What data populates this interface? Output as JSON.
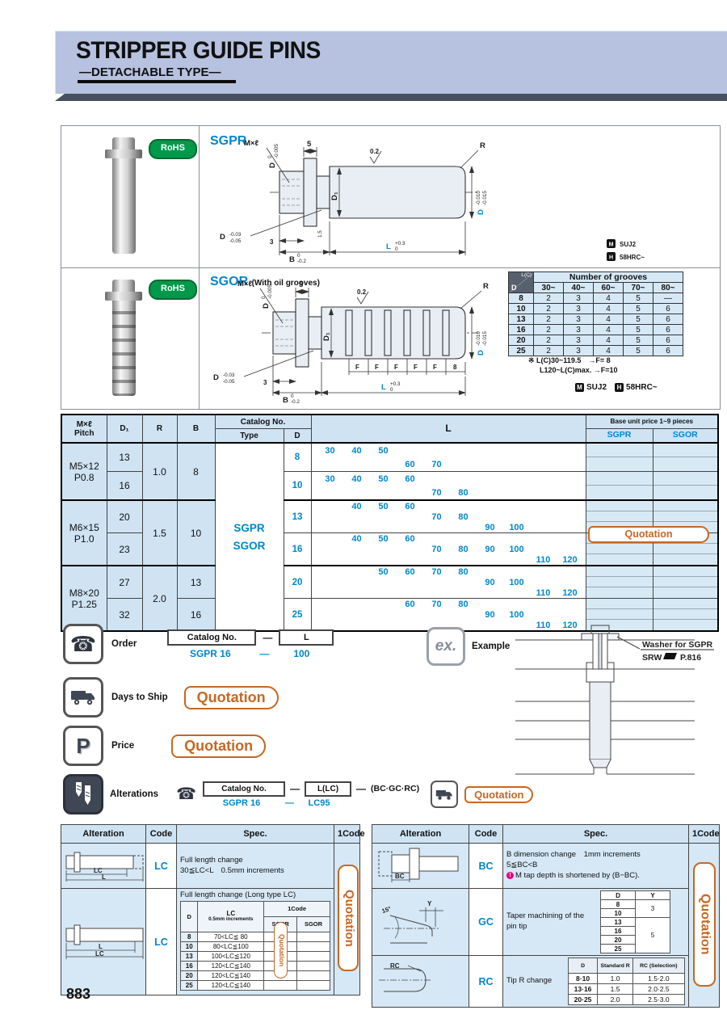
{
  "colors": {
    "accent": "#0086cc",
    "orange": "#c76722",
    "rohs_green": "#00984a",
    "light_blue": "#d6e8f6",
    "header_band": "#b6c2df"
  },
  "page": {
    "number": "883"
  },
  "header": {
    "title": "STRIPPER GUIDE PINS",
    "subtitle": "—DETACHABLE TYPE—"
  },
  "diagrams": {
    "shared": {
      "mxl": "M×ℓ",
      "d": "D",
      "d1": "D₁",
      "five": "5",
      "three": "3",
      "onefive": "1.5",
      "finish": "0.2",
      "r": "R",
      "b": "B",
      "l": "L",
      "tol_head_t": "0",
      "tol_head_b": "-0.005",
      "tol_end_t": "-0.010",
      "tol_end_b": "-0.015",
      "tol_neck_t": "-0.03",
      "tol_neck_b": "-0.05",
      "tol_b_t": "0",
      "tol_b_b": "-0.2",
      "tol_l_t": "+0.3",
      "tol_l_b": "0",
      "f": "F",
      "eight": "8",
      "m": "M",
      "m_text": "SUJ2",
      "h": "H",
      "h_text": "58HRC~"
    },
    "sgpr": {
      "rohs": "RoHS",
      "name": "SGPR"
    },
    "sgor": {
      "rohs": "RoHS",
      "name": "SGOR",
      "suffix": "(With oil grooves)",
      "grooves_table": {
        "title": "Number of grooves",
        "corner_lc": "L(C)",
        "corner_d": "D",
        "cols": [
          "30~",
          "40~",
          "60~",
          "70~",
          "80~"
        ],
        "rows": [
          {
            "d": "8",
            "v": [
              "2",
              "3",
              "4",
              "5",
              "—"
            ]
          },
          {
            "d": "10",
            "v": [
              "2",
              "3",
              "4",
              "5",
              "6"
            ]
          },
          {
            "d": "13",
            "v": [
              "2",
              "3",
              "4",
              "5",
              "6"
            ]
          },
          {
            "d": "16",
            "v": [
              "2",
              "3",
              "4",
              "5",
              "6"
            ]
          },
          {
            "d": "20",
            "v": [
              "2",
              "3",
              "4",
              "5",
              "6"
            ]
          },
          {
            "d": "25",
            "v": [
              "2",
              "3",
              "4",
              "5",
              "6"
            ]
          }
        ]
      },
      "notes": [
        "※ L(C)30~119.5　→F= 8",
        "L120~L(C)max. →F=10"
      ]
    }
  },
  "main_table": {
    "col_headers": {
      "pitch1": "M×ℓ",
      "pitch2": "Pitch",
      "d1": "D₁",
      "r": "R",
      "b": "B",
      "catalog": "Catalog No.",
      "type": "Type",
      "d": "D",
      "l": "L",
      "price": "Base unit price 1~9 pieces",
      "sgpr": "SGPR",
      "sgor": "SGOR"
    },
    "type_lines": [
      "SGPR",
      "SGOR"
    ],
    "groups": [
      {
        "pitch": [
          "M5×12",
          "P0.8"
        ],
        "r": "1.0",
        "b": "8",
        "rows": [
          {
            "d1": "13",
            "d": "8",
            "l": [
              [
                30,
                40,
                50
              ],
              [
                60,
                70
              ]
            ]
          },
          {
            "d1": "16",
            "d": "10",
            "l": [
              [
                30,
                40,
                50,
                60
              ],
              [
                70,
                80
              ]
            ]
          }
        ]
      },
      {
        "pitch": [
          "M6×15",
          "P1.0"
        ],
        "r": "1.5",
        "b": "10",
        "rows": [
          {
            "d1": "20",
            "d": "13",
            "l": [
              [
                40,
                50,
                60
              ],
              [
                70,
                80
              ],
              [
                90,
                100
              ]
            ]
          },
          {
            "d1": "23",
            "d": "16",
            "l": [
              [
                40,
                50,
                60
              ],
              [
                70,
                80,
                90,
                100
              ],
              [
                110,
                120
              ]
            ]
          }
        ]
      },
      {
        "pitch": [
          "M8×20",
          "P1.25"
        ],
        "r": "2.0",
        "rows": [
          {
            "d1": "27",
            "b": "13",
            "d": "20",
            "l": [
              [
                50,
                60,
                70,
                80
              ],
              [
                90,
                100
              ],
              [
                110,
                120
              ]
            ]
          },
          {
            "d1": "32",
            "b": "16",
            "d": "25",
            "l": [
              [
                60,
                70,
                80
              ],
              [
                90,
                100
              ],
              [
                110,
                120
              ]
            ]
          }
        ]
      }
    ],
    "quotation": "Quotation"
  },
  "order": {
    "label": "Order",
    "box1": "Catalog No.",
    "dash": "—",
    "box2": "L",
    "example": [
      "SGPR 16",
      "—",
      "100"
    ]
  },
  "days_to_ship": {
    "label": "Days to Ship",
    "quotation": "Quotation"
  },
  "price": {
    "label": "Price",
    "quotation": "Quotation"
  },
  "alterations": {
    "label": "Alterations",
    "box1": "Catalog No.",
    "dash": "—",
    "box2": "L(LC)",
    "suffix": "(BC·GC·RC)",
    "example": [
      "SGPR 16",
      "—",
      "LC95"
    ],
    "quotation": "Quotation"
  },
  "example": {
    "ex": "ex.",
    "label": "Example",
    "callout1": "Washer for SGPR",
    "callout2": "SRW",
    "callout3": "P.816"
  },
  "alt_labels": {
    "lc": "LC",
    "l": "L",
    "bc": "BC",
    "y": "Y",
    "angle": "15°",
    "rc": "RC"
  },
  "alt_left": {
    "headers": [
      "Alteration",
      "Code",
      "Spec.",
      "1Code"
    ],
    "row1": {
      "code": "LC",
      "spec1": "Full length change",
      "spec2": "30≦LC<L　0.5mm increments"
    },
    "row2": {
      "code": "LC",
      "title": "Full length change (Long type LC)",
      "table": {
        "d": "D",
        "lc": "LC",
        "lc2": "0.5mm increments",
        "onecode": "1Code",
        "sgpr": "SGPR",
        "sgor": "SGOR",
        "rows": [
          [
            "8",
            "70<LC≦ 80"
          ],
          [
            "10",
            "80<LC≦100"
          ],
          [
            "13",
            "100<LC≦120"
          ],
          [
            "16",
            "120<LC≦140"
          ],
          [
            "20",
            "120<LC≦140"
          ],
          [
            "25",
            "120<LC≦140"
          ]
        ],
        "quotation": "Quotation"
      }
    },
    "quotation": "Quotation"
  },
  "alt_right": {
    "headers": [
      "Alteration",
      "Code",
      "Spec.",
      "1Code"
    ],
    "bc": {
      "code": "BC",
      "l1": "B dimension change　1mm increments",
      "l2": "5≦BC<B",
      "l3": "M tap depth is shortened by (B−BC)."
    },
    "gc": {
      "code": "GC",
      "text": "Taper machining of the pin tip",
      "table": {
        "d": "D",
        "y": "Y",
        "d_rows": [
          "8",
          "10",
          "13",
          "16",
          "20",
          "25"
        ],
        "y_spans": [
          {
            "value": "3",
            "rows": 2
          },
          {
            "value": "5",
            "rows": 4
          }
        ]
      }
    },
    "rc": {
      "code": "RC",
      "text": "Tip R change",
      "table": {
        "headers": [
          "D",
          "Standard R",
          "RC (Selection)"
        ],
        "rows": [
          [
            "8·10",
            "1.0",
            "1.5·2.0"
          ],
          [
            "13·16",
            "1.5",
            "2.0·2.5"
          ],
          [
            "20·25",
            "2.0",
            "2.5·3.0"
          ]
        ]
      }
    },
    "quotation": "Quotation"
  }
}
